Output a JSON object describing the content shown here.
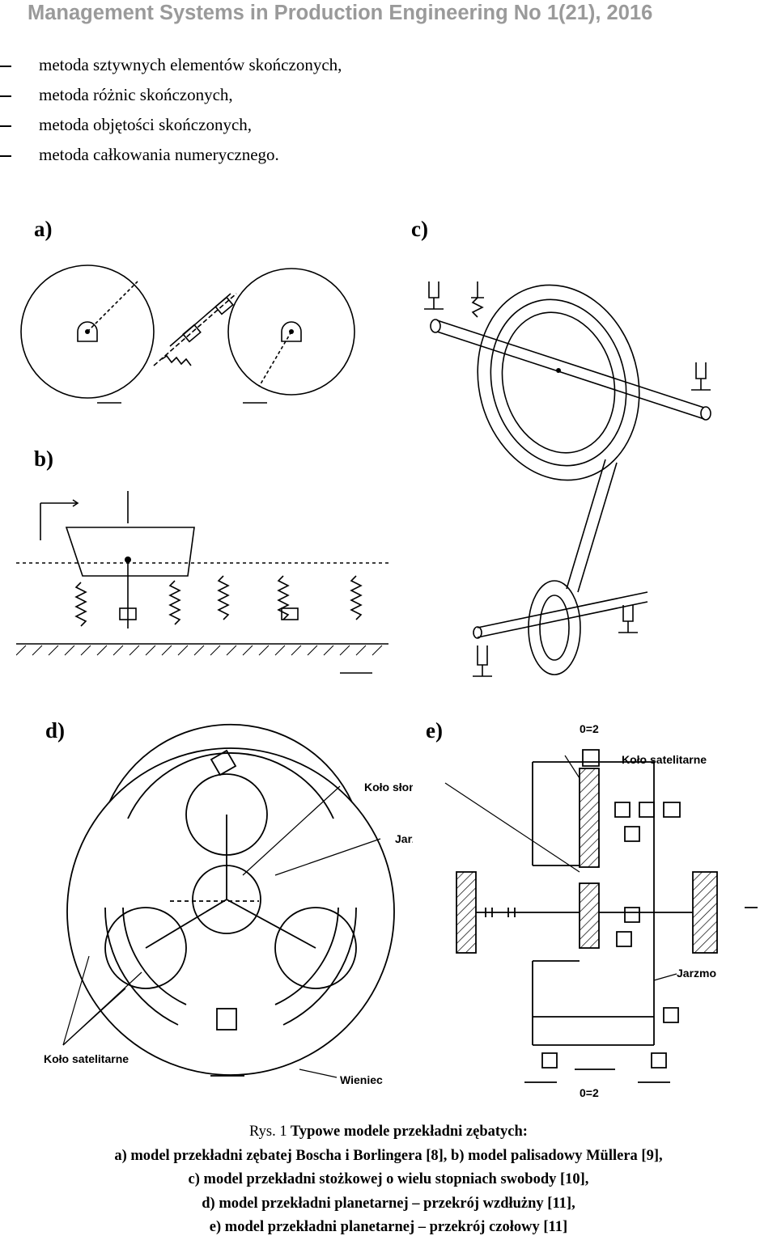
{
  "header": {
    "journal": "Management Systems in Production Engineering No 1(21), 2016"
  },
  "bullets": [
    "metoda sztywnych elementów skończonych,",
    "metoda różnic skończonych,",
    "metoda objętości skończonych,",
    "metoda całkowania numerycznego."
  ],
  "figure": {
    "panels": {
      "a": "a)",
      "b": "b)",
      "c": "c)",
      "d": "d)",
      "e": "e)"
    },
    "labels": {
      "kolo_sloneczne": "Koło słoneczne",
      "jarzmo_d": "Jarzmo",
      "kolo_satelitarne_d": "Koło satelitarne",
      "wieniec": "Wieniec",
      "kolo_satelitarne_e": "Koło satelitarne",
      "jarzmo_e": "Jarzmo",
      "o2_top": "0=2",
      "o2_bottom": "0=2"
    },
    "caption": {
      "rys": "Rys. 1",
      "title": "Typowe modele przekładni zębatych:",
      "lines": [
        "a) model przekładni zębatej Boscha i Borlingera [8], b) model palisadowy Müllera [9],",
        "c) model przekładni stożkowej o wielu stopniach swobody [10],",
        "d) model przekładni planetarnej – przekrój wzdłużny [11],",
        "e) model przekładni planetarnej – przekrój czołowy [11]"
      ]
    }
  }
}
